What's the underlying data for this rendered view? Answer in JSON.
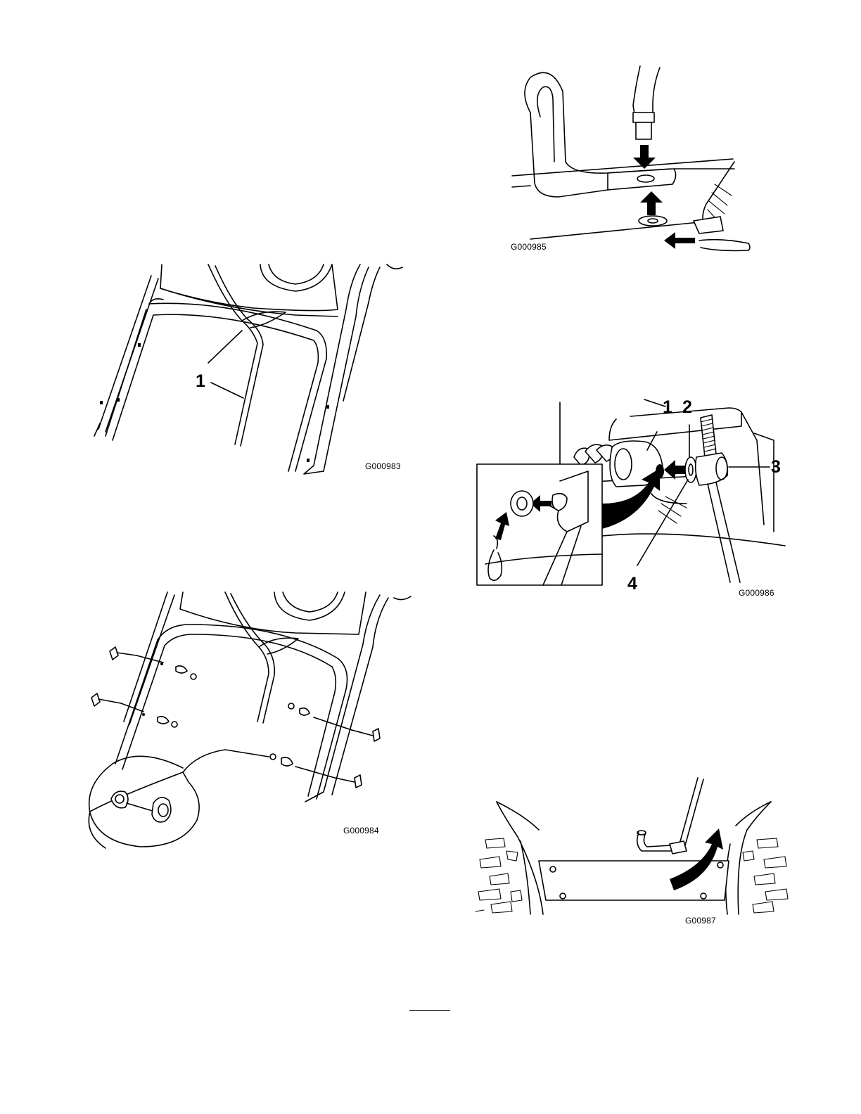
{
  "figures": [
    {
      "id": "G000983",
      "code": "G000983",
      "callouts": [
        "1"
      ]
    },
    {
      "id": "G000984",
      "code": "G000984",
      "callouts": []
    },
    {
      "id": "G000985",
      "code": "G000985",
      "callouts": []
    },
    {
      "id": "G000986",
      "code": "G000986",
      "callouts": [
        "1",
        "2",
        "3",
        "4"
      ]
    },
    {
      "id": "G00987",
      "code": "G00987",
      "callouts": []
    }
  ]
}
